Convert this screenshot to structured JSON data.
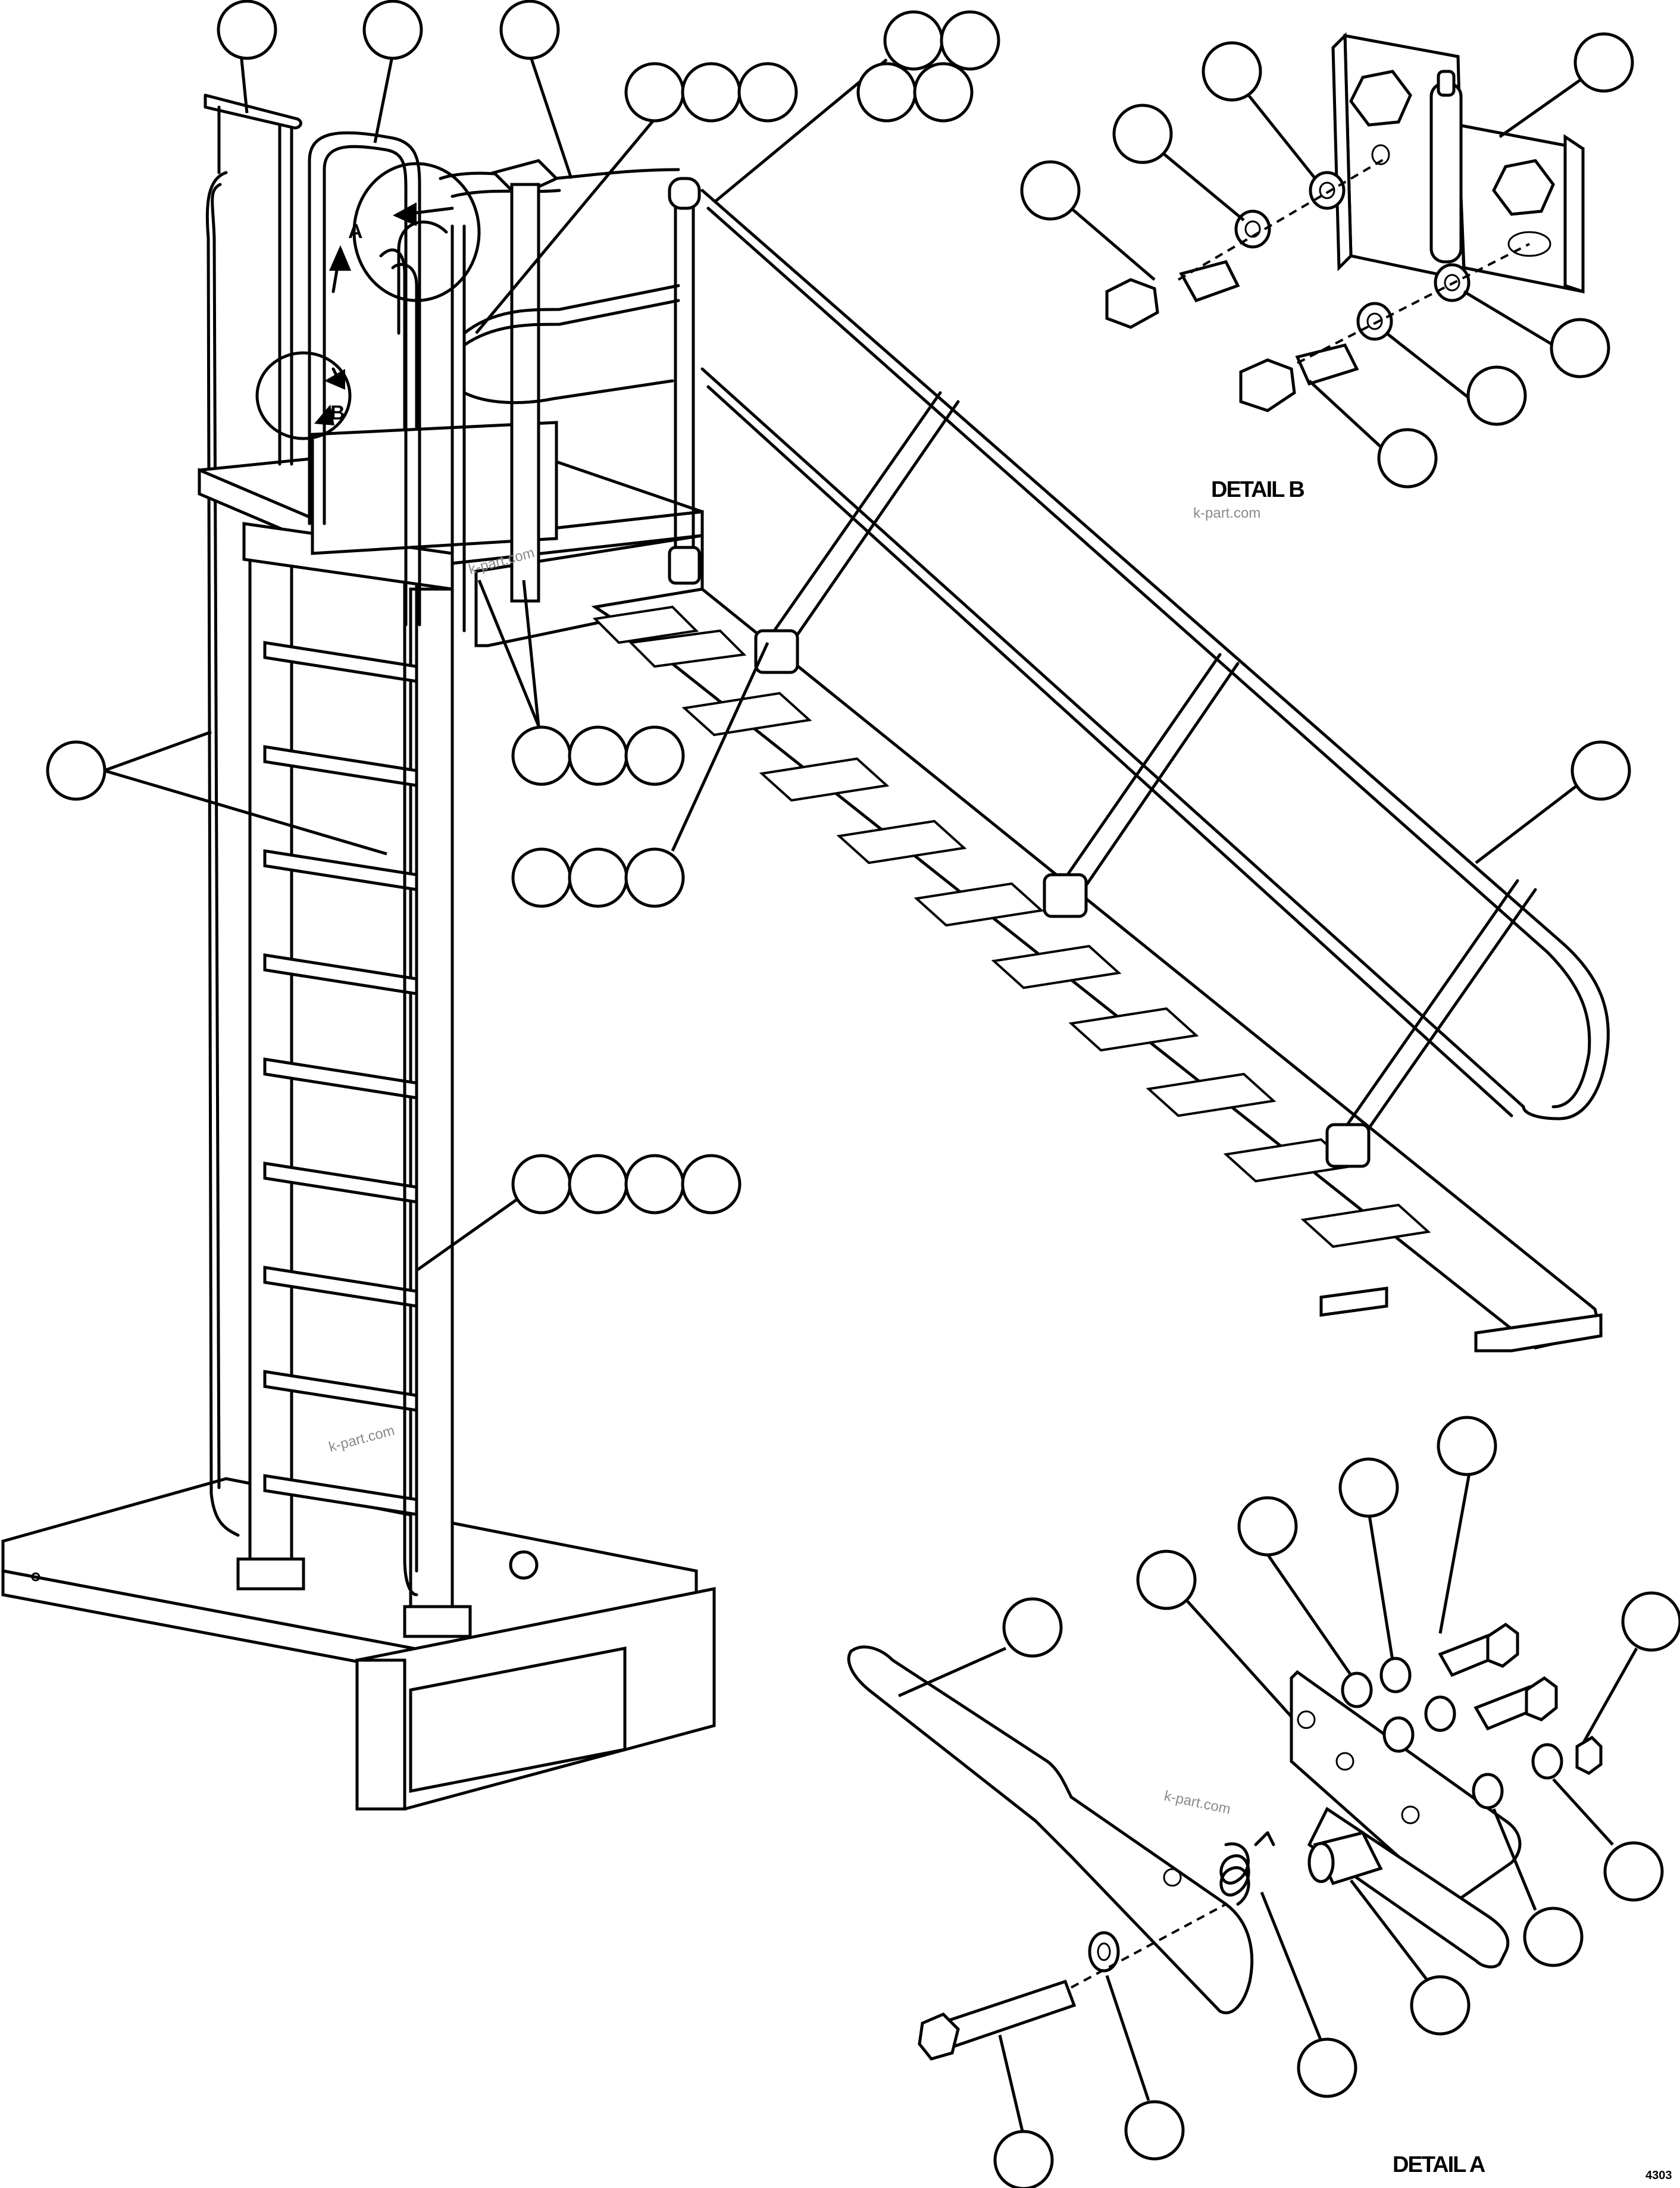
{
  "detail_labels": {
    "detail_a": "DETAIL A",
    "detail_b": "DETAIL B"
  },
  "view_labels": {
    "view_a": "A",
    "view_b": "B"
  },
  "watermarks": [
    "k-part.com",
    "k-part.com",
    "k-part.com",
    "k-part.com"
  ],
  "figure_number": "4303",
  "callouts": [],
  "colors": {
    "line": "#000000",
    "background": "#ffffff",
    "watermark": "#8a8a8a"
  }
}
